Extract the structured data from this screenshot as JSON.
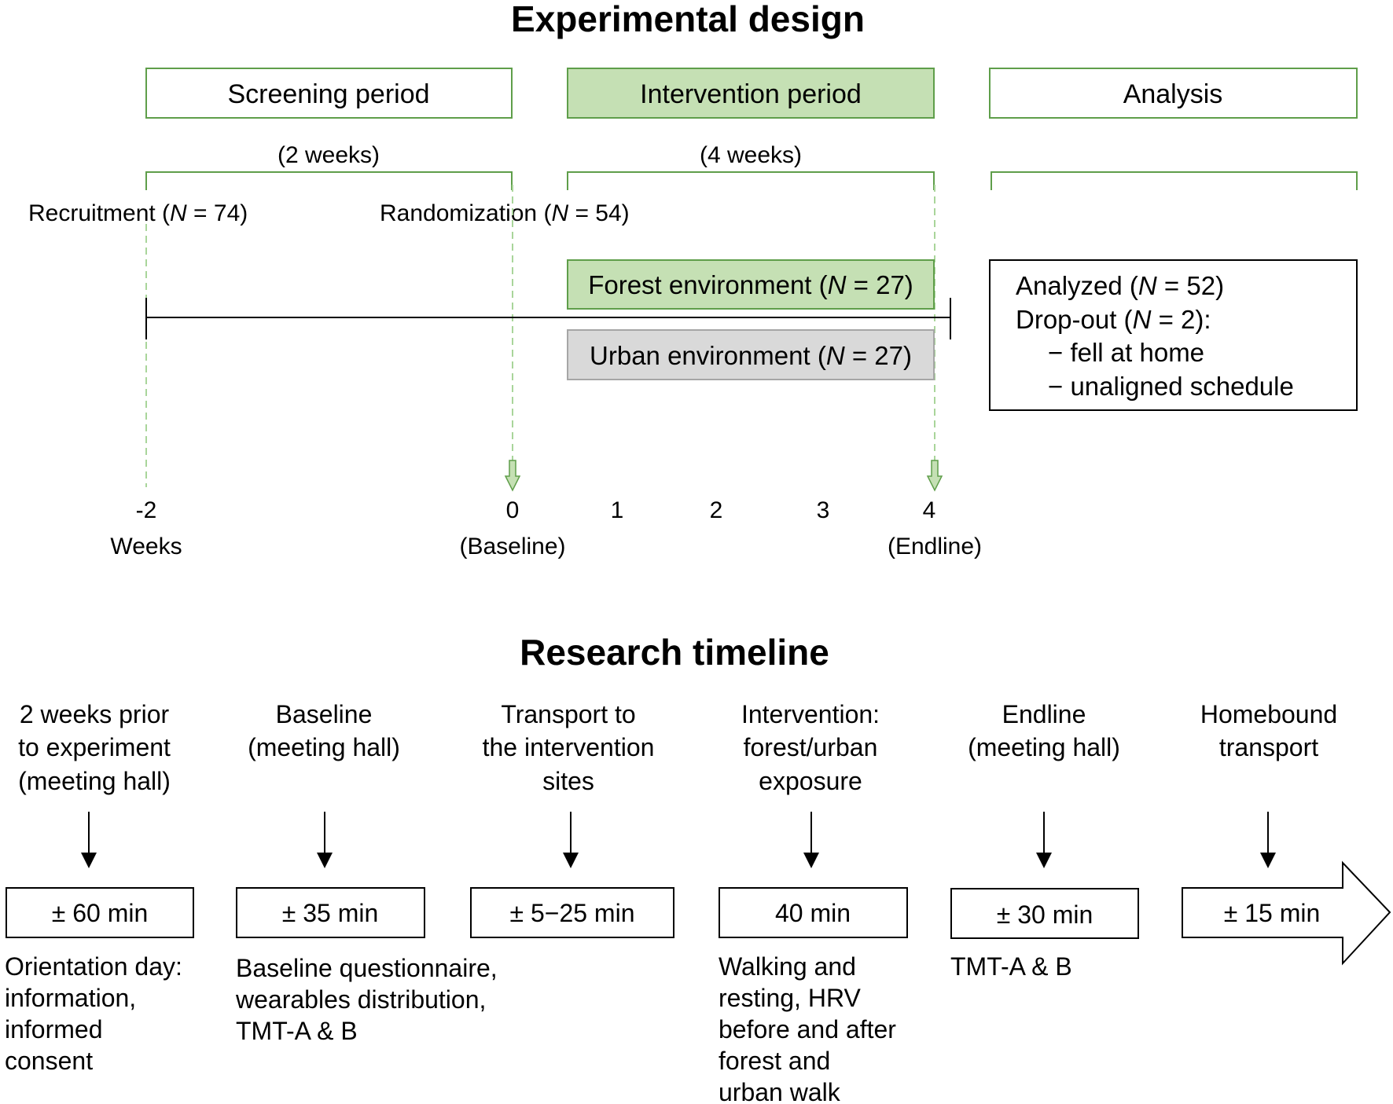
{
  "experimental_design": {
    "title": "Experimental design",
    "periods": [
      {
        "label": "Screening period",
        "duration": "(2 weeks)"
      },
      {
        "label": "Intervention period",
        "duration": "(4 weeks)"
      },
      {
        "label": "Analysis",
        "duration": ""
      }
    ],
    "recruitment": {
      "prefix": "Recruitment (",
      "n": "N",
      "suffix": " = 74)"
    },
    "randomization": {
      "prefix": "Randomization (",
      "n": "N",
      "suffix": " = 54)"
    },
    "forest": {
      "prefix": "Forest environment (",
      "n": "N",
      "suffix": " = 27)"
    },
    "urban": {
      "prefix": "Urban environment (",
      "n": "N",
      "suffix": " = 27)"
    },
    "analysis_box": {
      "analyzed": {
        "prefix": "Analyzed (",
        "n": "N",
        "suffix": " = 52)"
      },
      "dropout": {
        "prefix": "Drop-out (",
        "n": "N",
        "suffix": " = 2):"
      },
      "reasons": [
        "− fell at home",
        "− unaligned schedule"
      ]
    },
    "weeks": [
      "-2",
      "0",
      "1",
      "2",
      "3",
      "4"
    ],
    "week_labels": {
      "weeks": "Weeks",
      "baseline": "(Baseline)",
      "endline": "(Endline)"
    },
    "colors": {
      "green_fill": "#c5e0b4",
      "green_line": "#5f9e4a",
      "grey_fill": "#d9d9d9",
      "dash": "#a9d59a"
    }
  },
  "research_timeline": {
    "title": "Research timeline",
    "steps": [
      {
        "heading": [
          "2 weeks prior",
          "to experiment",
          "(meeting hall)"
        ],
        "duration": "± 60 min",
        "description": [
          "Orientation day:",
          "information,",
          "informed",
          "consent"
        ]
      },
      {
        "heading": [
          "Baseline",
          "(meeting hall)"
        ],
        "duration": "± 35 min",
        "description": [
          "Baseline questionnaire,",
          "wearables distribution,",
          "TMT-A & B"
        ]
      },
      {
        "heading": [
          "Transport to",
          "the intervention",
          "sites"
        ],
        "duration": "± 5−25 min",
        "description": []
      },
      {
        "heading": [
          "Intervention:",
          "forest/urban",
          "exposure"
        ],
        "duration": "40 min",
        "description": [
          "Walking and",
          "resting, HRV",
          "before and after",
          "forest and",
          "urban walk"
        ]
      },
      {
        "heading": [
          "Endline",
          "(meeting hall)"
        ],
        "duration": "± 30 min",
        "description": [
          "TMT-A & B"
        ]
      },
      {
        "heading": [
          "Homebound",
          "transport"
        ],
        "duration": "± 15 min",
        "description": []
      }
    ]
  }
}
